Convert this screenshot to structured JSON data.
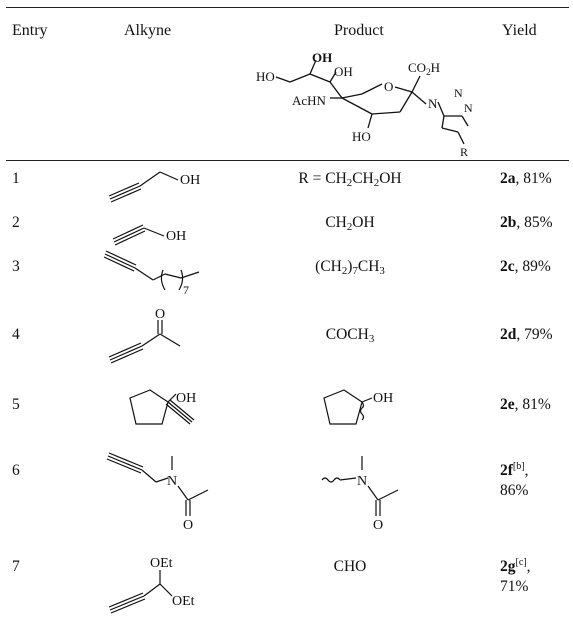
{
  "table": {
    "headers": {
      "entry": "Entry",
      "alkyne": "Alkyne",
      "product": "Product",
      "yield": "Yield"
    },
    "scaffold_labels": {
      "ho_left": "HO",
      "oh_top": "OH",
      "oh_mid": "OH",
      "acoh_label": "AcHN",
      "ho_bottom": "HO",
      "ring_o": "O",
      "co2h": "CO",
      "co2h_sub": "2",
      "co2h_end": "H",
      "triazole_n1": "N",
      "triazole_n2": "N",
      "triazole_n3": "N",
      "r_group": "R"
    },
    "rows": [
      {
        "entry": "1",
        "alkyne_label": "OH",
        "product_text": "R = CH",
        "yield_compound": "2a",
        "yield_rest": ", 81%"
      },
      {
        "entry": "2",
        "alkyne_label": "OH",
        "product_text": "CH",
        "yield_compound": "2b",
        "yield_rest": ", 85%"
      },
      {
        "entry": "3",
        "alkyne_label": "7",
        "product_text": "(CH",
        "yield_compound": "2c",
        "yield_rest": ", 89%"
      },
      {
        "entry": "4",
        "alkyne_label": "O",
        "product_text": "COCH",
        "yield_compound": "2d",
        "yield_rest": ", 79%"
      },
      {
        "entry": "5",
        "alkyne_label": "OH",
        "product_label": "OH",
        "yield_compound": "2e",
        "yield_rest": ", 81%"
      },
      {
        "entry": "6",
        "alkyne_label_n": "N",
        "alkyne_label_o": "O",
        "product_label_n": "N",
        "product_label_o": "O",
        "yield_compound": "2f",
        "yield_note": "[b]",
        "yield_rest": ",",
        "yield_line2": "86%"
      },
      {
        "entry": "7",
        "alkyne_label_1": "OEt",
        "alkyne_label_2": "OEt",
        "product_text": "CHO",
        "yield_compound": "2g",
        "yield_note": "[c]",
        "yield_rest": ",",
        "yield_line2": "71%"
      }
    ],
    "product_parts": {
      "r1_a": "2",
      "r1_b": "CH",
      "r1_c": "2",
      "r1_d": "OH",
      "r2_a": "2",
      "r2_b": "OH",
      "r3_a": "2",
      "r3_b": ")",
      "r3_c": "7",
      "r3_d": "CH",
      "r3_e": "3",
      "r4_a": "3"
    }
  }
}
